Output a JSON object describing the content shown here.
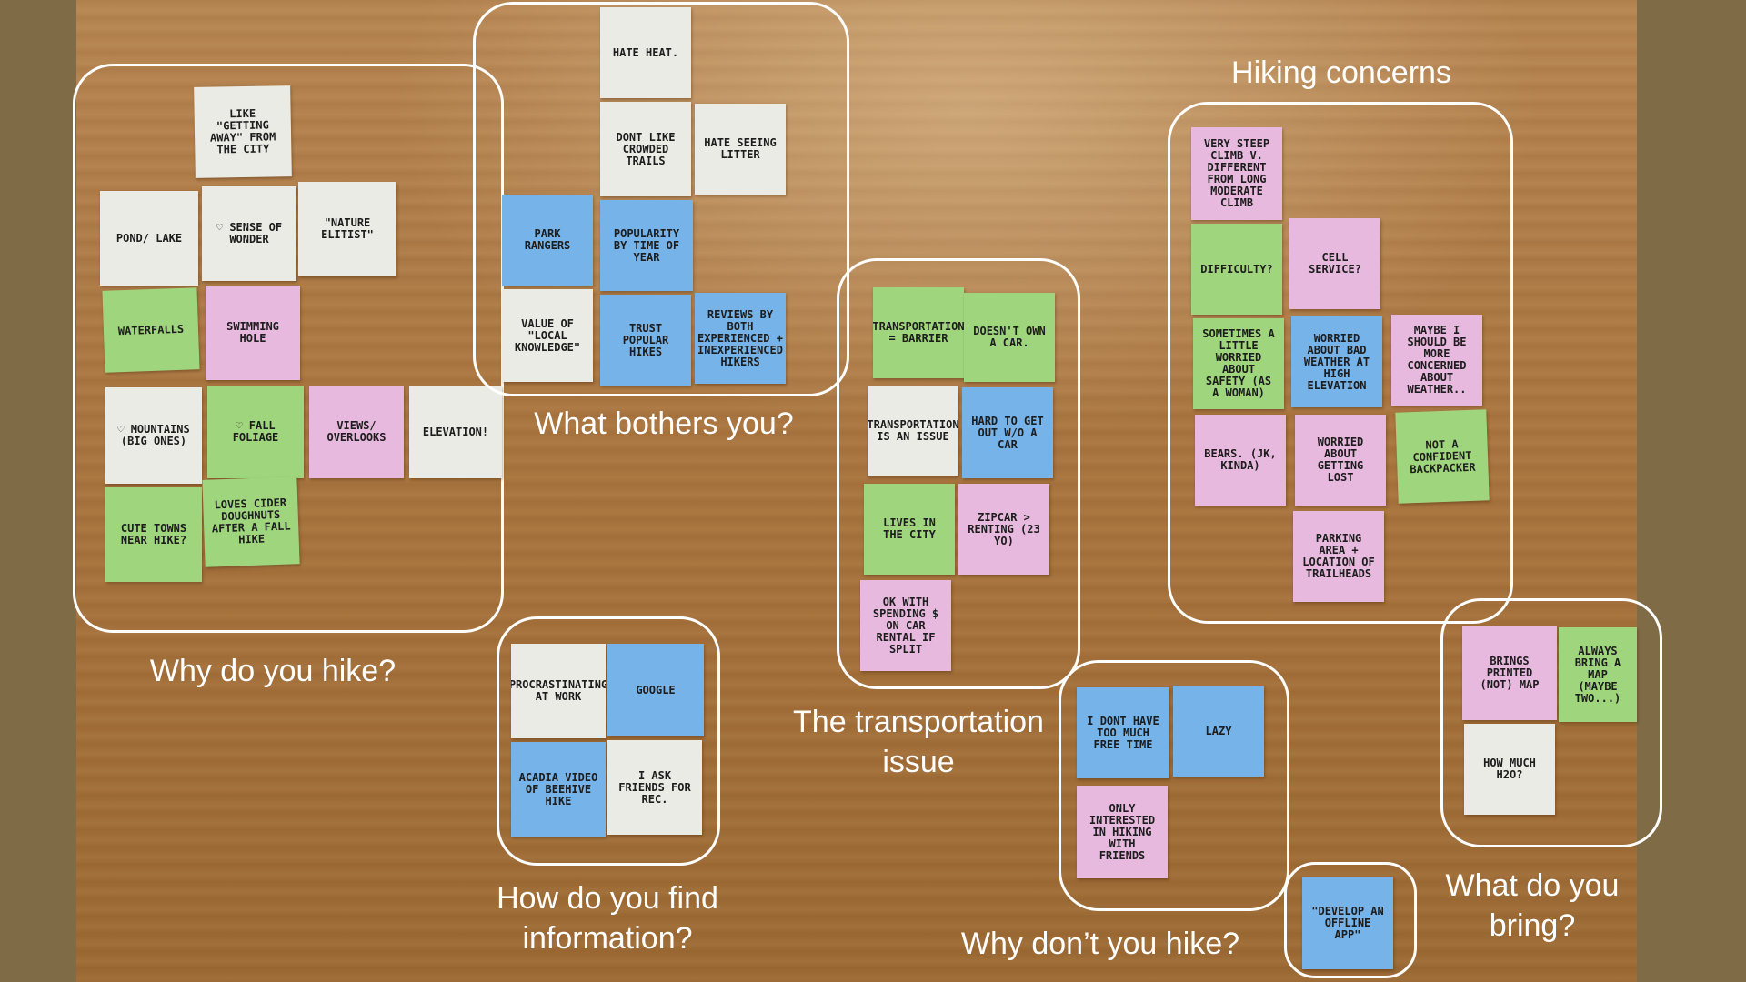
{
  "groups": {
    "why_hike": {
      "caption": "Why do you hike?"
    },
    "bothers": {
      "caption": "What bothers you?"
    },
    "transport": {
      "caption": "The transportation\nissue"
    },
    "concerns": {
      "caption": "Hiking concerns"
    },
    "find_info": {
      "caption": "How do you find\ninformation?"
    },
    "why_not": {
      "caption": "Why don’t you hike?"
    },
    "bring": {
      "caption": "What do you\nbring?"
    }
  },
  "notes": {
    "getting_away": "Like \"getting away\" from the city",
    "pond_lake": "Pond/ lake",
    "sense_of_wonder": "♡ Sense of wonder",
    "nature_elitist": "\"Nature elitist\"",
    "waterfalls": "Waterfalls",
    "swimming_hole": "Swimming hole",
    "mountains": "♡ Mountains (big ones)",
    "fall_foliage": "♡ Fall foliage",
    "views": "Views/ overlooks",
    "elevation": "Elevation!",
    "cute_towns": "Cute towns near hike?",
    "cider_doughnuts": "Loves cider doughnuts after a fall hike",
    "hate_heat": "Hate heat.",
    "crowded_trails": "Dont like crowded trails",
    "litter": "Hate seeing litter",
    "park_rangers": "Park rangers",
    "popularity": "Popularity by time of year",
    "local_knowledge": "Value of \"local knowledge\"",
    "trust_popular": "Trust popular hikes",
    "reviews": "Reviews by both experienced + inexperienced hikers",
    "transport_barrier": "Transportation = barrier",
    "no_car": "Doesn't own a car.",
    "transport_issue": "Transportation is an issue",
    "hard_without_car": "Hard to get out w/o a car",
    "lives_city": "Lives in the city",
    "zipcar": "Zipcar > renting (23 yo)",
    "car_rental": "OK with spending $ on car rental if split",
    "steep_climb": "Very steep climb v. different from long moderate climb",
    "difficulty": "Difficulty?",
    "cell_service": "Cell service?",
    "safety": "Sometimes a little worried about safety (as a woman)",
    "bad_weather": "Worried about bad weather at high elevation",
    "weather_concern": "Maybe I should be more concerned about weather..",
    "bears": "Bears. (jk, kinda)",
    "getting_lost": "Worried about getting lost",
    "backpacker": "Not a confident backpacker",
    "parking": "Parking area + location of trailheads",
    "procrastinating": "Procrastinating at work",
    "google": "Google",
    "acadia_video": "Acadia video of Beehive hike",
    "ask_friends": "I ask friends for rec.",
    "free_time": "I dont have too much free time",
    "lazy": "Lazy",
    "with_friends": "Only interested in hiking with friends",
    "offline_app": "\"Develop an offline app\"",
    "printed_map": "Brings printed (not) map",
    "bring_map": "Always bring a map (maybe two...)",
    "water": "How much H2O?"
  }
}
